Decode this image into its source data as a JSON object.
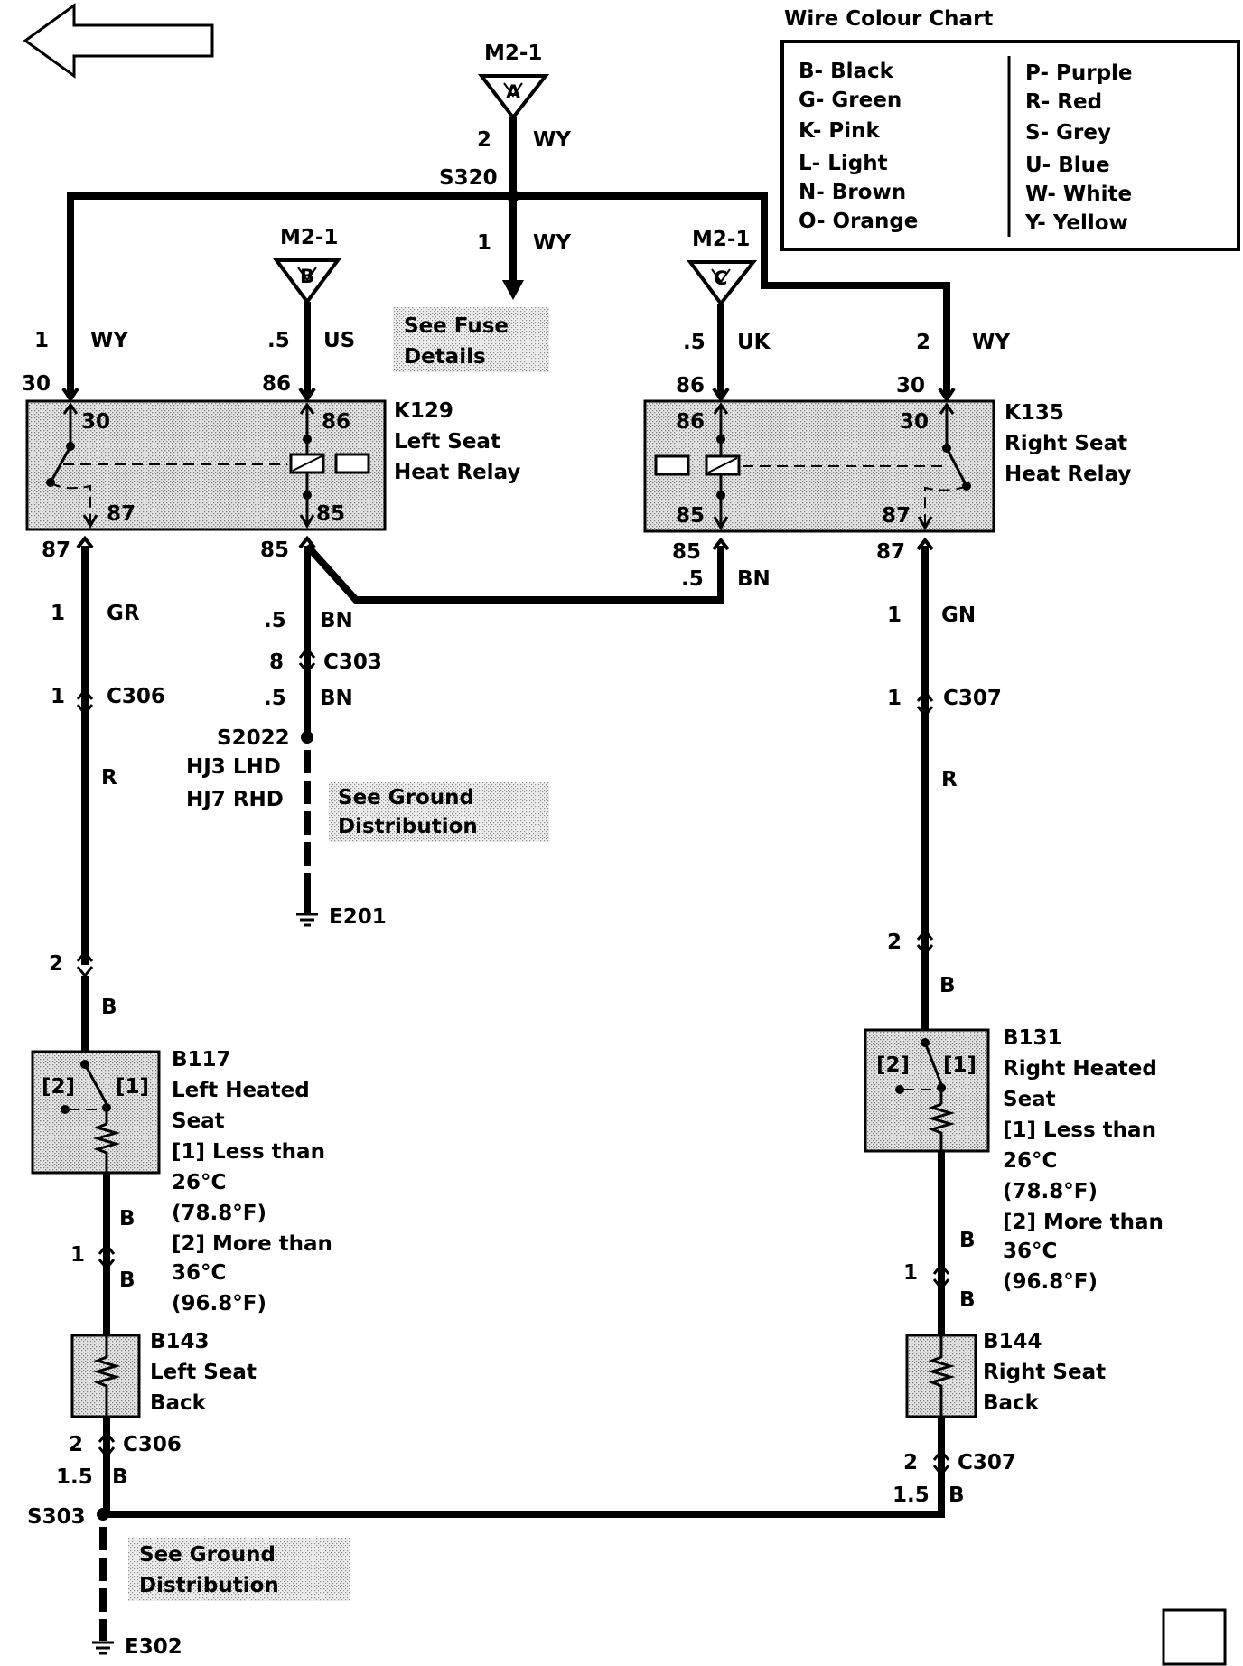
{
  "chart_title": "Wire Colour Chart",
  "colour_chart": {
    "left": [
      "B- Black",
      "G- Green",
      "K- Pink",
      "L- Light",
      "N- Brown",
      "O- Orange"
    ],
    "right": [
      "P- Purple",
      "R- Red",
      "S- Grey",
      "U- Blue",
      "W- White",
      "Y- Yellow"
    ]
  },
  "connectors": {
    "a": {
      "name": "M2-1",
      "letter": "A"
    },
    "b": {
      "name": "M2-1",
      "letter": "B"
    },
    "c": {
      "name": "M2-1",
      "letter": "C"
    }
  },
  "splices": {
    "s320": "S320",
    "s2022": "S2022",
    "s303": "S303"
  },
  "notes": {
    "fuse": [
      "See Fuse",
      "Details"
    ],
    "ground1": [
      "See Ground",
      "Distribution"
    ],
    "ground2": [
      "See Ground",
      "Distribution"
    ]
  },
  "relays": {
    "k129": {
      "id": "K129",
      "name1": "Left Seat",
      "name2": "Heat Relay",
      "p30": "30",
      "p86": "86",
      "p87": "87",
      "p85": "85"
    },
    "k135": {
      "id": "K135",
      "name1": "Right Seat",
      "name2": "Heat Relay",
      "p30": "30",
      "p86": "86",
      "p87": "87",
      "p85": "85"
    }
  },
  "wires": {
    "top_size": "2",
    "top_color": "WY",
    "fuse_size": "1",
    "fuse_color": "WY",
    "k129_30_size": "1",
    "k129_30_color": "WY",
    "k129_86_size": ".5",
    "k129_86_color": "US",
    "k135_86_size": ".5",
    "k135_86_color": "UK",
    "k135_30_size": "2",
    "k135_30_color": "WY",
    "pin30_left": "30",
    "pin86_left": "86",
    "pin86_right": "86",
    "pin30_right": "30",
    "pin87_left": "87",
    "pin85_left": "85",
    "pin85_right": "85",
    "pin87_right": "87",
    "k135_85_size": ".5",
    "k135_85_color": "BN",
    "left87_size": "1",
    "left87_color": "GR",
    "left85_size": ".5",
    "left85_color": "BN",
    "c303_pin": "8",
    "c303": "C303",
    "c303_out_size": ".5",
    "c303_out_color": "BN",
    "c306_pin": "1",
    "c306": "C306",
    "left_r": "R",
    "hj3": "HJ3  LHD",
    "hj7": "HJ7  RHD",
    "e201": "E201",
    "right87_size": "1",
    "right87_color": "GN",
    "c307_pin": "1",
    "c307": "C307",
    "right_r": "R",
    "left_pin2": "2",
    "left_b1": "B",
    "right_pin2": "2",
    "right_b1": "B",
    "left_b2": "B",
    "left_pin1": "1",
    "left_b3": "B",
    "right_b2": "B",
    "right_pin1": "1",
    "right_b3": "B",
    "c306b_pin": "2",
    "c306b": "C306",
    "left_bottom_size": "1.5",
    "left_bottom_color": "B",
    "c307b_pin": "2",
    "c307b": "C307",
    "right_bottom_size": "1.5",
    "right_bottom_color": "B",
    "e302": "E302"
  },
  "components": {
    "b117": {
      "id": "B117",
      "lines": [
        "Left Heated",
        "Seat",
        "[1]  Less than",
        "26°C",
        "(78.8°F)",
        "[2]  More than",
        "36°C",
        "(96.8°F)"
      ],
      "t2": "[2]",
      "t1": "[1]"
    },
    "b131": {
      "id": "B131",
      "lines": [
        "Right Heated",
        "Seat",
        "[1]  Less than",
        "26°C",
        "(78.8°F)",
        "[2]  More than",
        "36°C",
        "(96.8°F)"
      ],
      "t2": "[2]",
      "t1": "[1]"
    },
    "b143": {
      "id": "B143",
      "lines": [
        "Left Seat",
        "Back"
      ]
    },
    "b144": {
      "id": "B144",
      "lines": [
        "Right Seat",
        "Back"
      ]
    }
  }
}
